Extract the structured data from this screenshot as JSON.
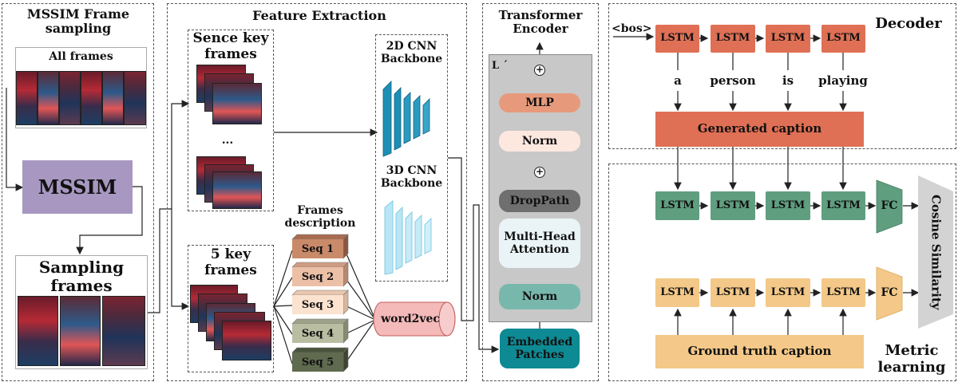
{
  "panels": {
    "sampling": {
      "title": "MSSIM Frame sampling",
      "all_frames": "All frames",
      "mssim": "MSSIM",
      "sampling_frames": "Sampling frames"
    },
    "feature": {
      "title": "Feature Extraction",
      "scene_key": "Sence key frames",
      "ellipsis": "...",
      "five_key": "5 key frames",
      "cnn2d": "2D CNN Backbone",
      "cnn3d": "3D CNN Backbone",
      "frames_desc": "Frames description",
      "seqs": [
        "Seq 1",
        "Seq 2",
        "Seq 3",
        "Seq 4",
        "Seq 5"
      ],
      "word2vec": "word2vec"
    },
    "encoder": {
      "title": "Transformer Encoder",
      "l": "L ´",
      "mlp": "MLP",
      "norm_top": "Norm",
      "droppath": "DropPath",
      "mha": "Multi-Head Attention",
      "norm_bottom": "Norm",
      "embedded": "Embedded Patches",
      "plus": "+"
    },
    "decoder": {
      "title": "Decoder",
      "bos": "<bos>",
      "lstm": "LSTM",
      "words": [
        "a",
        "person",
        "is",
        "playing"
      ],
      "generated": "Generated caption"
    },
    "metric": {
      "title": "Metric learning",
      "lstm": "LSTM",
      "fc": "FC",
      "cosine": "Cosine Similarity",
      "ground_truth": "Ground truth caption"
    }
  },
  "colors": {
    "mssim": "#a797c1",
    "mlp": "#e79a7b",
    "norm": "#fde8e0",
    "droppath": "#6f6f6f",
    "mha": "#eaf4f7",
    "norm_bottom": "#78b8ac",
    "embedded": "#0e8a94",
    "encoder_bg": "#c8c8c8",
    "lstm_red": "#e07055",
    "lstm_green": "#5f9e7f",
    "lstm_yellow": "#f3c888",
    "generated": "#e07055",
    "ground_truth": "#f3c888",
    "cnn2d": "#1d8fb5",
    "cnn3d": "#b8e6f5",
    "word2vec": "#f4b9b9",
    "seqs": [
      "#c98a6a",
      "#ecc0a7",
      "#fbe3d0",
      "#b9bea2",
      "#5f6a4f"
    ]
  }
}
